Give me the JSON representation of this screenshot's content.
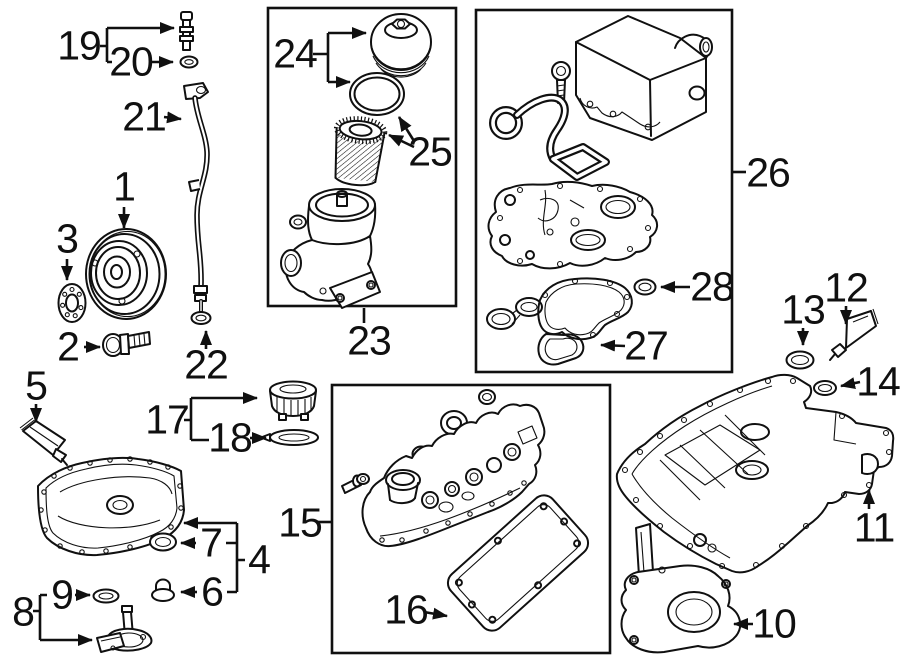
{
  "diagram_type": "engine-parts-exploded-diagram",
  "colors": {
    "ink": "#101010",
    "background": "#ffffff",
    "box_border": "#101010"
  },
  "callouts": {
    "c1": "1",
    "c2": "2",
    "c3": "3",
    "c4": "4",
    "c5": "5",
    "c6": "6",
    "c7": "7",
    "c8": "8",
    "c9": "9",
    "c10": "10",
    "c11": "11",
    "c12": "12",
    "c13": "13",
    "c14": "14",
    "c15": "15",
    "c16": "16",
    "c17": "17",
    "c18": "18",
    "c19": "19",
    "c20": "20",
    "c21": "21",
    "c22": "22",
    "c23": "23",
    "c24": "24",
    "c25": "25",
    "c26": "26",
    "c27": "27",
    "c28": "28"
  }
}
